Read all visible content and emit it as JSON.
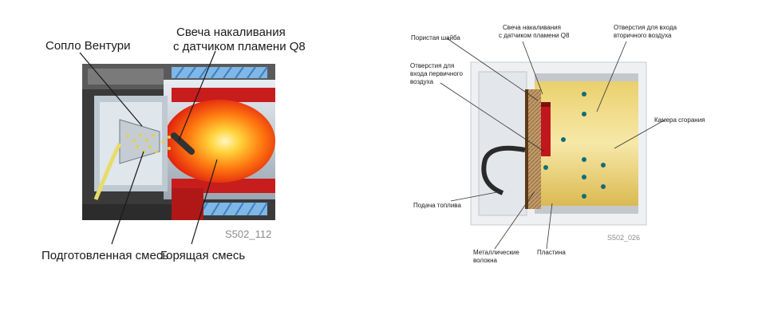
{
  "left_diagram": {
    "labels": {
      "venturi_nozzle": "Сопло Вентури",
      "glow_plug_line1": "Свеча накаливания",
      "glow_plug_line2": "с датчиком пламени Q8",
      "prepared_mixture": "Подготовленная смесь",
      "burning_mixture": "Горящая смесь"
    },
    "figure_code": "S502_112"
  },
  "right_diagram": {
    "labels": {
      "glow_plug_line1": "Свеча накаливания",
      "glow_plug_line2": "с датчиком пламени Q8",
      "porous_washer": "Пористая шайба",
      "secondary_air_line1": "Отверстия для входа",
      "secondary_air_line2": "вторичного воздуха",
      "primary_air_line1": "Отверстия для",
      "primary_air_line2": "входа первичного",
      "primary_air_line3": "воздуха",
      "combustion_chamber": "Камера сгорания",
      "fuel_supply": "Подача топлива",
      "metal_fibers_line1": "Металлические",
      "metal_fibers_line2": "волокна",
      "plate": "Пластина"
    },
    "figure_code": "S502_026"
  }
}
